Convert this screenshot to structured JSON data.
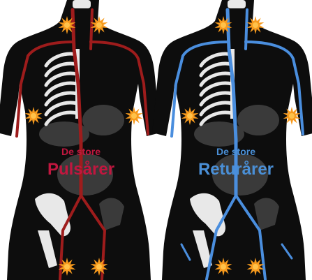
{
  "panels": [
    {
      "id": "arteries",
      "caption_small": "De store",
      "caption_big": "Pulsårer",
      "caption_color": "#c0173f",
      "vessel_color": "#9e1c1c"
    },
    {
      "id": "veins",
      "caption_small": "De store",
      "caption_big": "Returårer",
      "caption_color": "#4a8fd6",
      "vessel_color": "#4a8ede"
    }
  ],
  "colors": {
    "body": "#0d0d0d",
    "bone": "#e8e8e8",
    "organ": "#3a3a3a",
    "marker": "#f79a1d",
    "marker_core": "#ffc24a"
  },
  "markers": {
    "icon": "starburst-icon",
    "count_per_panel": 6
  }
}
